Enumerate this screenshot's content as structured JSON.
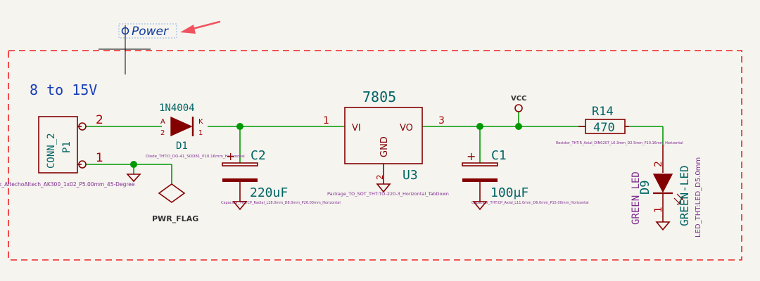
{
  "colors": {
    "background": "#f5f4ef",
    "wire": "#009900",
    "junction": "#009900",
    "body": "#840000",
    "ref": "#006464",
    "value": "#006464",
    "pin_number": "#a90000",
    "pin_name": "#840000",
    "footprint": "#7e2b8f",
    "sheet_label": "#1a3fb8",
    "highlight": "#0c3a9e",
    "net_label_text": "#000000",
    "cursor": "#000000",
    "arrow": "#f0535e",
    "border": "#ee2222"
  },
  "annotation": {
    "text": "8 to 15V",
    "arrow_icon": "red-arrow-icon",
    "cursor_icon": "crosshair-cursor-icon"
  },
  "net_labels": {
    "power": "Power",
    "pwr_flag": "PWR_FLAG",
    "vcc": "VCC"
  },
  "components": {
    "p1": {
      "ref": "P1",
      "value": "CONN_2",
      "pins": [
        "2",
        "1"
      ],
      "footprint": "k_AltechoAltech_AK300_1x02_P5.00mm_45-Degree"
    },
    "d1": {
      "ref": "D1",
      "value": "1N4004",
      "pin_names": [
        "A",
        "K"
      ],
      "pin_numbers": [
        "2",
        "1"
      ],
      "footprint": "Diode_THT:D_DO-41_SOD81_P10.16mm_Horizontal"
    },
    "c2": {
      "ref": "C2",
      "value": "220uF",
      "polarity": "+",
      "footprint": "Capacitor_THT:CP_Radial_L18.0mm_D8.0mm_P26.00mm_Horizontal"
    },
    "u3": {
      "ref": "U3",
      "value": "7805",
      "pin_names": [
        "VI",
        "GND",
        "VO"
      ],
      "pin_numbers": [
        "1",
        "2",
        "3"
      ],
      "footprint": "Package_TO_SOT_THT:TO-220-3_Horizontal_TabDown"
    },
    "c1": {
      "ref": "C1",
      "value": "100µF",
      "polarity": "+",
      "footprint": "Capacitor_THT:CP_Axial_L11.0mm_D6.0mm_P15.00mm_Horizontal"
    },
    "r14": {
      "ref": "R14",
      "value": "470",
      "footprint": "Resistor_THT:R_Axial_DIN0207_L6.3mm_D2.5mm_P10.16mm_Horizontal"
    },
    "d9": {
      "ref": "D9",
      "value": "GREEN LED",
      "value2": "GREEN-LED",
      "pin_numbers": [
        "2",
        "1"
      ],
      "footprint": "LED_THT:LED_D5.0mm"
    }
  }
}
